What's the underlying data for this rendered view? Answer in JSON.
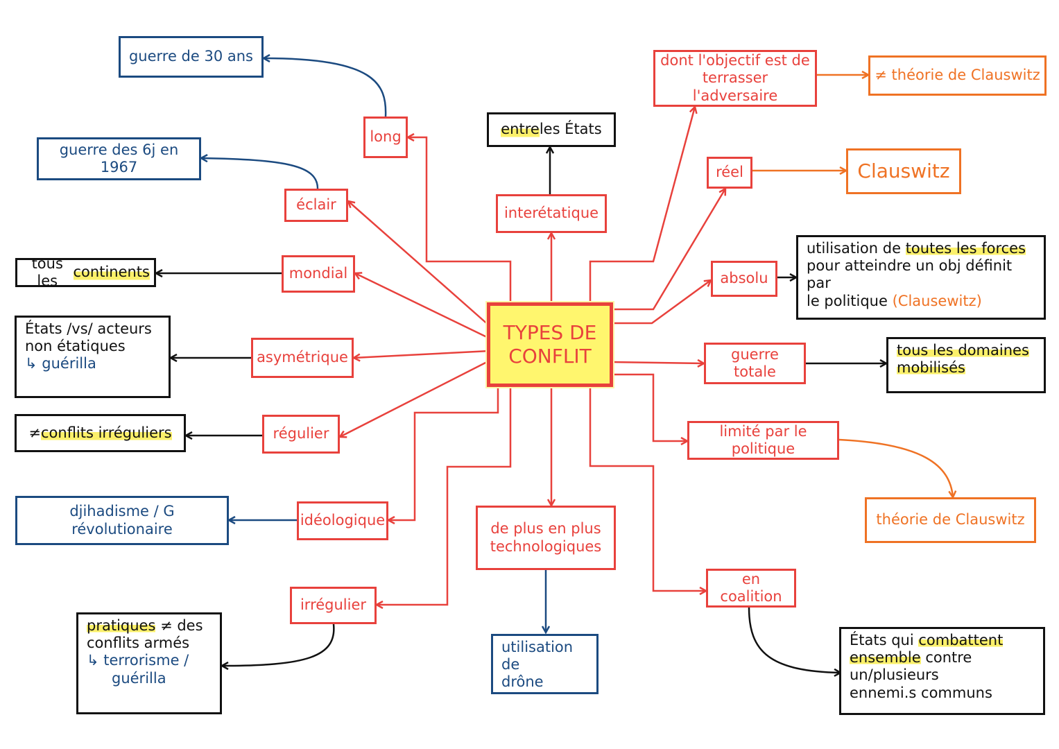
{
  "center": {
    "line1": "TYPES DE",
    "line2": "CONFLIT"
  },
  "colors": {
    "red": "#e8413c",
    "blue": "#1b4a80",
    "black": "#111111",
    "orange": "#ef7224",
    "highlight": "#fbf06a",
    "center_fill": "#fff66e"
  },
  "branches": {
    "long": "long",
    "eclair": "éclair",
    "mondial": "mondial",
    "asymetrique": "asymétrique",
    "regulier": "régulier",
    "ideologique": "idéologique",
    "irregulier": "irrégulier",
    "interetatique": "interétatique",
    "technologiques_l1": "de plus en plus",
    "technologiques_l2": "technologiques",
    "objectif_l1": "dont l'objectif est de",
    "objectif_l2": "terrasser l'adversaire",
    "reel": "réel",
    "absolu": "absolu",
    "guerre_totale": "guerre totale",
    "limite": "limité par le politique",
    "coalition": "en coalition"
  },
  "details": {
    "guerre_30": "guerre de 30 ans",
    "guerre_6j": "guerre des 6j en 1967",
    "continents_a": "tous les ",
    "continents_b": "continents",
    "etats_l1": "États /vs/ acteurs",
    "etats_l2": "non étatiques",
    "etats_l3": "↳ guérilla",
    "irreguliers_a": "≠ ",
    "irreguliers_b": "conflits irréguliers",
    "djihadisme": "djihadisme / G révolutionaire",
    "pratiques_a": "pratiques",
    "pratiques_b": " ≠ des",
    "pratiques_l2": "conflits armés",
    "pratiques_l3": "↳ terrorisme /",
    "pratiques_l4": "guérilla",
    "entre_a": "entre",
    "entre_b": " les États",
    "drone_l1": "utilisation de",
    "drone_l2": "drône",
    "theorie_ne": "≠ théorie de Clauswitz",
    "clauswitz": "Clauswitz",
    "forces_a": "utilisation de ",
    "forces_b": "toutes les forces",
    "forces_l2": "pour atteindre un obj définit par",
    "forces_l3a": "le politique ",
    "forces_l3b": "(Clausewitz)",
    "domaines_l1": "tous les domaines",
    "domaines_l2": "mobilisés",
    "theorie": "théorie de Clauswitz",
    "combattent_a": "États qui ",
    "combattent_b": "combattent",
    "combattent_l2a": "ensemble",
    "combattent_l2b": " contre un/plusieurs",
    "combattent_l3": "ennemi.s communs"
  }
}
